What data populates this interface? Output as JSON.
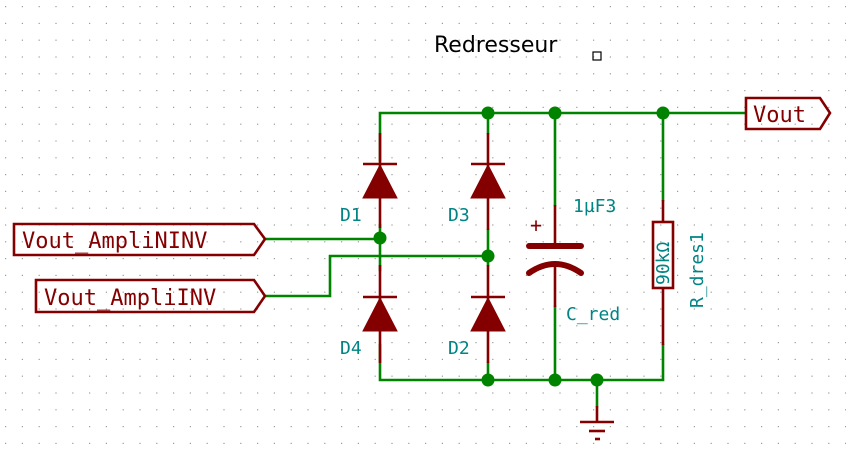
{
  "sheet": {
    "title": "Redresseur"
  },
  "colors": {
    "wire": "#008400",
    "component": "#840000",
    "reference": "#008484",
    "background": "#ffffff",
    "grid": "#9a9a9a"
  },
  "labels": {
    "input_noninv": "Vout_AmpliNINV",
    "input_inv": "Vout_AmpliINV",
    "output": "Vout"
  },
  "components": {
    "diodes": [
      {
        "ref": "D1",
        "symbol": "diode-icon"
      },
      {
        "ref": "D2",
        "symbol": "diode-icon"
      },
      {
        "ref": "D3",
        "symbol": "diode-icon"
      },
      {
        "ref": "D4",
        "symbol": "diode-icon"
      }
    ],
    "capacitor": {
      "ref": "C_red",
      "value": "1µF3",
      "polarity": "+"
    },
    "resistor": {
      "ref": "R_dres1",
      "value": "90kΩ"
    },
    "ground": {
      "symbol": "ground-icon"
    }
  }
}
